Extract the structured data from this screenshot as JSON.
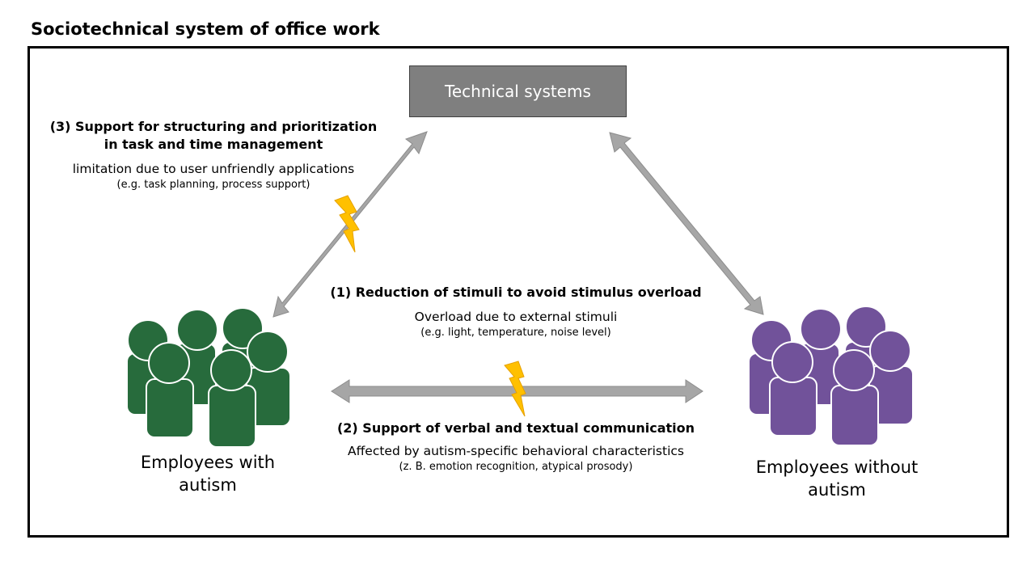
{
  "title": "Sociotechnical system of office work",
  "technical_systems": "Technical systems",
  "groups": {
    "with_autism": {
      "line1": "Employees with",
      "line2": "autism",
      "color": "#276b3c"
    },
    "without_autism": {
      "line1": "Employees without",
      "line2": "autism",
      "color": "#71529a"
    }
  },
  "annotations": {
    "task": {
      "heading_line1": "(3) Support for structuring and prioritization",
      "heading_line2": "in task and time management",
      "text": "limitation due to user unfriendly applications",
      "example": "(e.g. task planning, process support)"
    },
    "stimuli": {
      "heading": "(1)   Reduction of stimuli to avoid stimulus overload",
      "text": "Overload due to external stimuli",
      "example": "(e.g. light, temperature, noise level)"
    },
    "communication": {
      "heading": "(2) Support of verbal and textual communication",
      "text": "Affected by autism-specific behavioral characteristics",
      "example": "(z. B. emotion recognition, atypical prosody)"
    }
  },
  "colors": {
    "arrow_fill": "#a6a6a6",
    "arrow_stroke": "#8c8c8c",
    "bolt_fill": "#ffc000",
    "bolt_stroke": "#e6a100",
    "box_fill": "#7f7f7f"
  }
}
